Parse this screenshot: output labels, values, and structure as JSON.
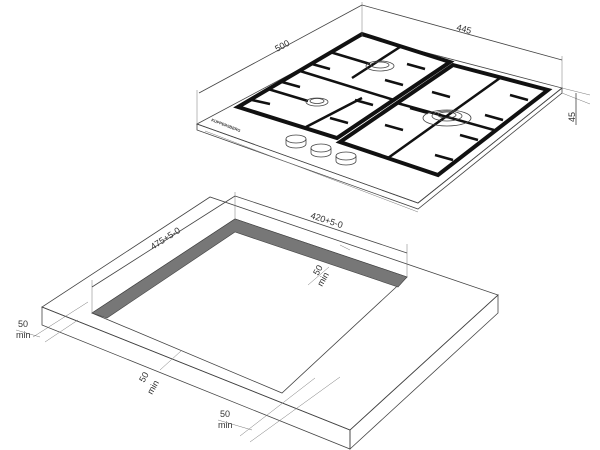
{
  "hob": {
    "brand": "KUPPERSBERG",
    "width_label": "445",
    "depth_label": "500",
    "height_label": "45"
  },
  "cutout": {
    "width_label": "420+5-0",
    "depth_label": "475+5-0",
    "clearances": [
      {
        "value": "50",
        "unit": "min"
      },
      {
        "value": "50",
        "unit": "min"
      },
      {
        "value": "50",
        "unit": "min"
      },
      {
        "value": "50",
        "unit": "min"
      }
    ]
  },
  "colors": {
    "line": "#444444",
    "grate": "#111111",
    "cutout_band": "#777777"
  }
}
